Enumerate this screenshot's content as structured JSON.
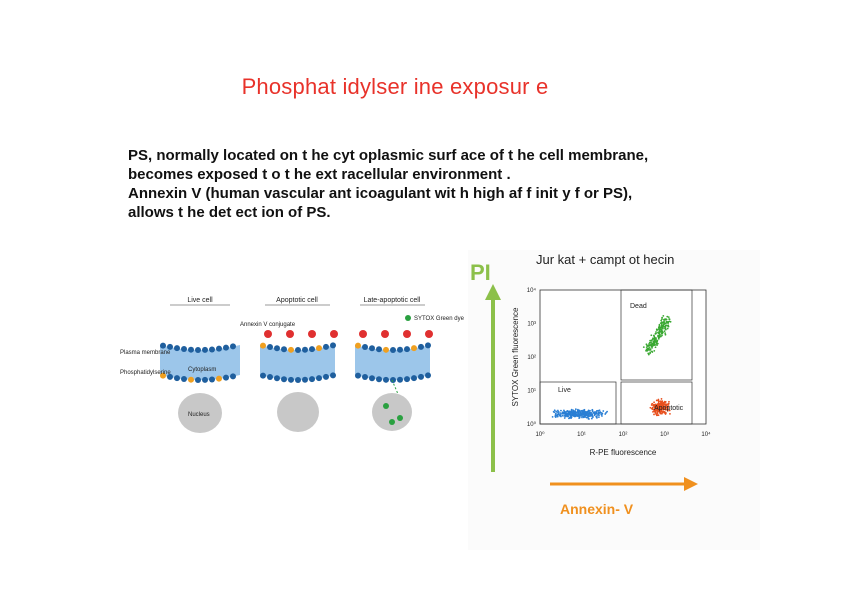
{
  "title": "Phosphat idylser ine exposur e",
  "paragraph": {
    "line1": "PS, normally located on t he cyt oplasmic surf ace of t he cell membrane,",
    "line2": "becomes exposed t o t he ext racellular environment .",
    "line3": "Annexin V (human vascular ant icoagulant wit h high af f init y f or PS),",
    "line4": "allows t he det ect ion of PS."
  },
  "diagram": {
    "panel_live": "Live cell",
    "panel_apoptotic": "Apoptotic cell",
    "panel_late": "Late-apoptotic cell",
    "label_plasma_membrane": "Plasma membrane",
    "label_phosphatidylserine": "Phosphatidylserine",
    "label_cytoplasm": "Cytoplasm",
    "label_nucleus": "Nucleus",
    "label_annexin_conj": "Annexin V conjugate",
    "label_sytox": "SYTOX Green dye",
    "colors": {
      "membrane_head": "#1f5f9e",
      "ps_head": "#f0a020",
      "annexin": "#e03030",
      "sytox": "#2aa040",
      "nucleus": "#c8c8c8"
    }
  },
  "flow_plot": {
    "sample_label": "Jur kat + campt ot hecin",
    "pi_label": "PI",
    "annexin_label": "Annexin- V",
    "x_axis_label": "R-PE fluorescence",
    "y_axis_label": "SYTOX Green fluorescence",
    "x_ticks": [
      "10⁰",
      "10¹",
      "10²",
      "10³",
      "10⁴"
    ],
    "y_ticks": [
      "10⁰",
      "10¹",
      "10²",
      "10³",
      "10⁴"
    ],
    "gate_dead": "Dead",
    "gate_live": "Live",
    "gate_apoptotic": "Apoptotic",
    "colors": {
      "pi_arrow": "#8cc04a",
      "annexin_arrow": "#f0901e",
      "live": "#2a7fd4",
      "dead": "#3aa832",
      "apoptotic": "#e8501e"
    }
  }
}
